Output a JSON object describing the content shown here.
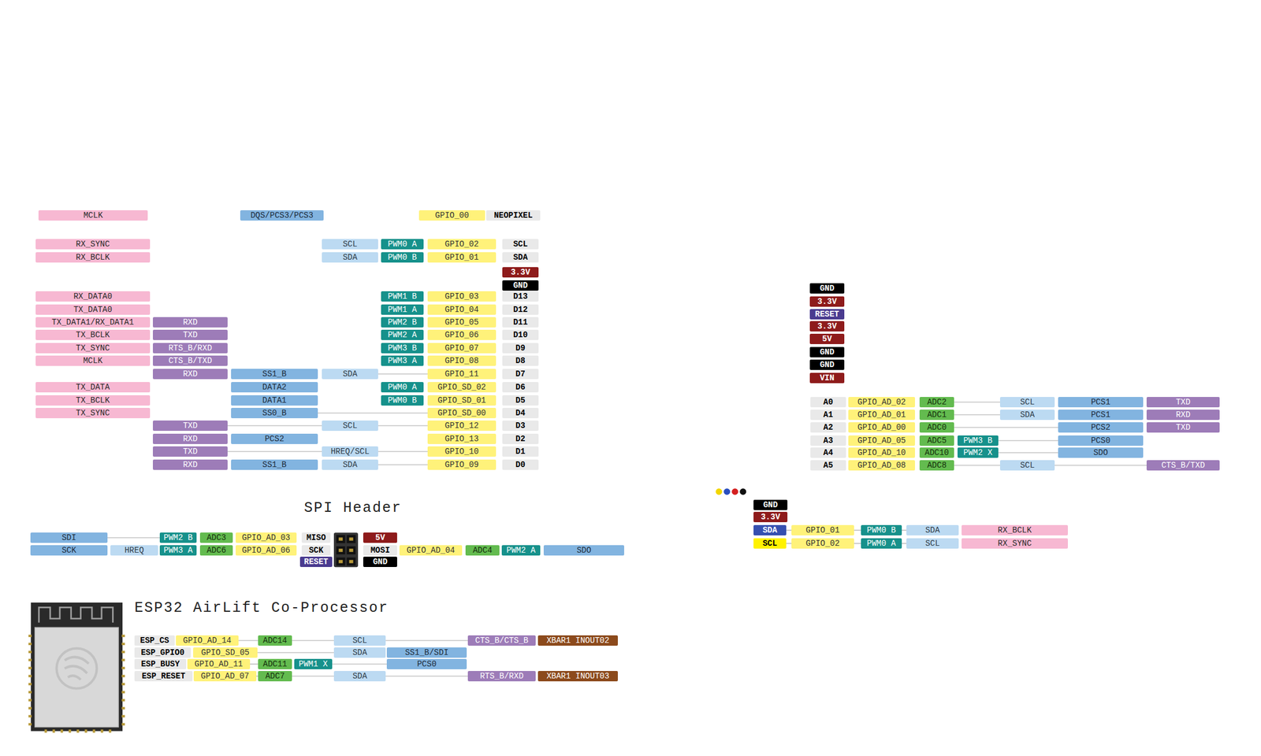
{
  "diagram": {
    "labels": [
      "MCLK",
      "DQS/PCS3/PCS3",
      "GPIO_00",
      "NEOPIXEL",
      "RX_SYNC",
      "SCL",
      "PWM0 A",
      "GPIO_02",
      "SCL",
      "RX_BCLK",
      "SDA",
      "PWM0 B",
      "GPIO_01",
      "SDA",
      "3.3V",
      "GND",
      "RX_DATA0",
      "PWM1 B",
      "GPIO_03",
      "D13",
      "TX_DATA0",
      "PWM1 A",
      "GPIO_04",
      "D12",
      "TX_DATA1/RX_DATA1",
      "RXD",
      "PWM2 B",
      "GPIO_05",
      "D11",
      "TX_BCLK",
      "TXD",
      "PWM2 A",
      "GPIO_06",
      "D10",
      "TX_SYNC",
      "RTS_B/RXD",
      "PWM3 B",
      "GPIO_07",
      "D9",
      "MCLK",
      "CTS_B/TXD",
      "PWM3 A",
      "GPIO_08",
      "D8",
      "RXD",
      "SS1_B",
      "SDA",
      "GPIO_11",
      "D7",
      "TX_DATA",
      "DATA2",
      "PWM0 A",
      "GPIO_SD_02",
      "D6",
      "TX_BCLK",
      "DATA1",
      "PWM0 B",
      "GPIO_SD_01",
      "D5",
      "TX_SYNC",
      "SS0_B",
      "GPIO_SD_00",
      "D4",
      "TXD",
      "SCL",
      "GPIO_12",
      "D3",
      "RXD",
      "PCS2",
      "GPIO_13",
      "D2",
      "TXD",
      "HREQ/SCL",
      "GPIO_10",
      "D1",
      "RXD",
      "SS1_B",
      "SDA",
      "GPIO_09",
      "D0",
      "SPI Header",
      "SDI",
      "PWM2 B",
      "ADC3",
      "GPIO_AD_03",
      "MISO",
      "5V",
      "SCK",
      "HREQ",
      "PWM3 A",
      "ADC6",
      "GPIO_AD_06",
      "SCK",
      "MOSI",
      "GPIO_AD_04",
      "ADC4",
      "PWM2 A",
      "SDO",
      "RESET",
      "GND",
      "ESP32 AirLift Co-Processor",
      "ESP_CS",
      "GPIO_AD_14",
      "ADC14",
      "SCL",
      "CTS_B/CTS_B",
      "XBAR1 INOUT02",
      "ESP_GPIO0",
      "GPIO_SD_05",
      "SDA",
      "SS1_B/SDI",
      "ESP_BUSY",
      "GPIO_AD_11",
      "ADC11",
      "PWM1 X",
      "PCS0",
      "ESP_RESET",
      "GPIO_AD_07",
      "ADC7",
      "SDA",
      "RTS_B/RXD",
      "XBAR1 INOUT03",
      "GND",
      "3.3V",
      "RESET",
      "3.3V",
      "5V",
      "GND",
      "GND",
      "VIN",
      "A0",
      "GPIO_AD_02",
      "ADC2",
      "SCL",
      "PCS1",
      "TXD",
      "A1",
      "GPIO_AD_01",
      "ADC1",
      "SDA",
      "PCS1",
      "RXD",
      "A2",
      "GPIO_AD_00",
      "ADC0",
      "PCS2",
      "TXD",
      "A3",
      "GPIO_AD_05",
      "ADC5",
      "PWM3 B",
      "PCS0",
      "A4",
      "GPIO_AD_10",
      "ADC10",
      "PWM2 X",
      "SDO",
      "A5",
      "GPIO_AD_08",
      "ADC8",
      "SCL",
      "CTS_B/TXD",
      "GND",
      "3.3V",
      "SDA",
      "GPIO_01",
      "PWM0 B",
      "SDA",
      "RX_BCLK",
      "SCL",
      "GPIO_02",
      "PWM0 A",
      "SCL",
      "RX_SYNC"
    ]
  }
}
